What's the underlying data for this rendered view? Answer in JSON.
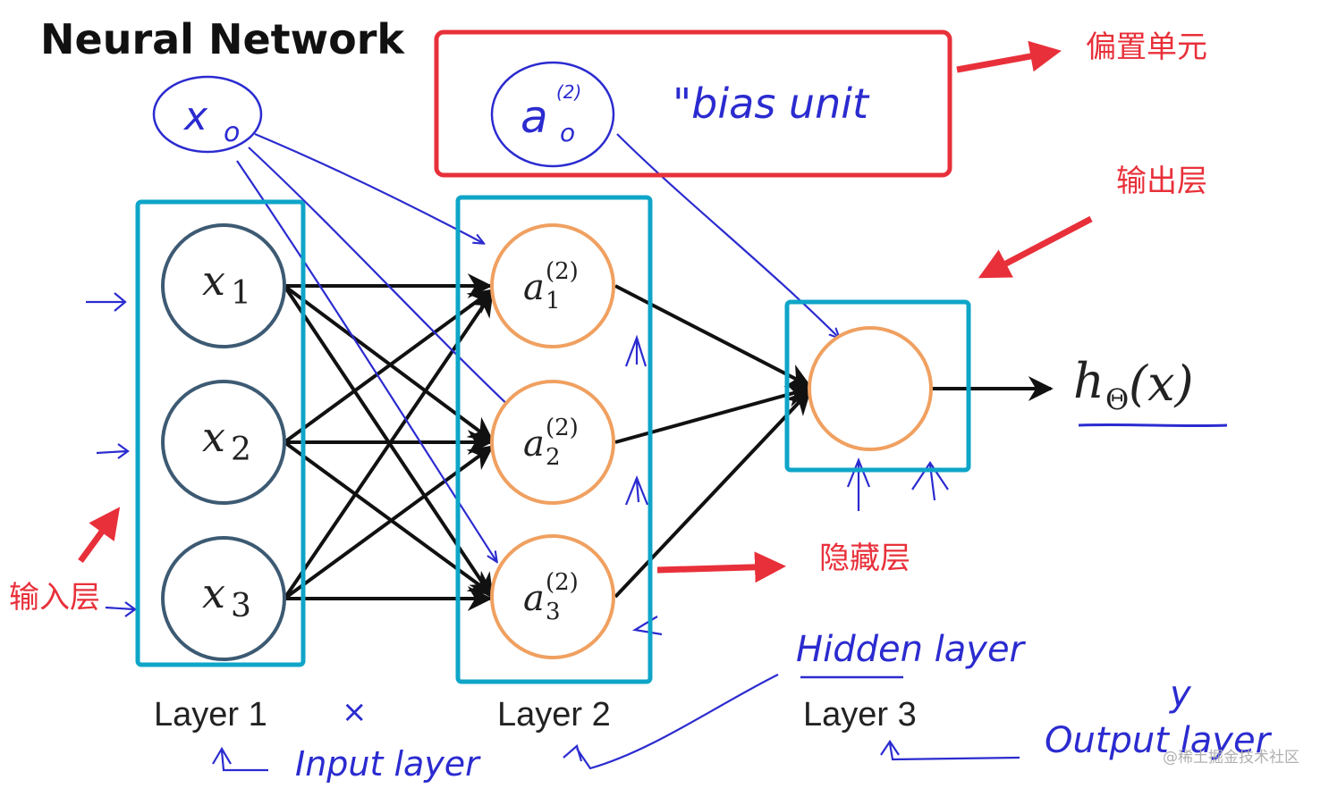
{
  "title": "Neural Network",
  "colors": {
    "input_node": "#3d5a73",
    "hidden_node": "#f0a060",
    "box_cyan": "#0ea5c8",
    "box_red": "#e8303a",
    "handwriting": "#2b2bd0",
    "edge": "#111111"
  },
  "nodes": {
    "x1": {
      "base": "x",
      "sub": "1"
    },
    "x2": {
      "base": "x",
      "sub": "2"
    },
    "x3": {
      "base": "x",
      "sub": "3"
    },
    "a1": {
      "base": "a",
      "sub": "1",
      "sup": "(2)"
    },
    "a2": {
      "base": "a",
      "sub": "2",
      "sup": "(2)"
    },
    "a3": {
      "base": "a",
      "sub": "3",
      "sup": "(2)"
    }
  },
  "output": {
    "h": "h",
    "theta": "Θ",
    "arg": "(x)"
  },
  "layers": [
    "Layer 1",
    "Layer 2",
    "Layer 3"
  ],
  "handwritten": {
    "x0": {
      "base": "x",
      "sub": "o"
    },
    "a0": {
      "base": "a",
      "sub": "o",
      "sup": "(2)"
    },
    "bias_unit": "\"bias unit",
    "hidden_layer": "Hidden layer",
    "input_layer": "Input layer",
    "output_layer": "Output layer",
    "y": "y",
    "x_mark": "×"
  },
  "annotations_cn": {
    "bias": "偏置单元",
    "output": "输出层",
    "hidden": "隐藏层",
    "input": "输入层"
  },
  "watermark": "@稀土掘金技术社区"
}
